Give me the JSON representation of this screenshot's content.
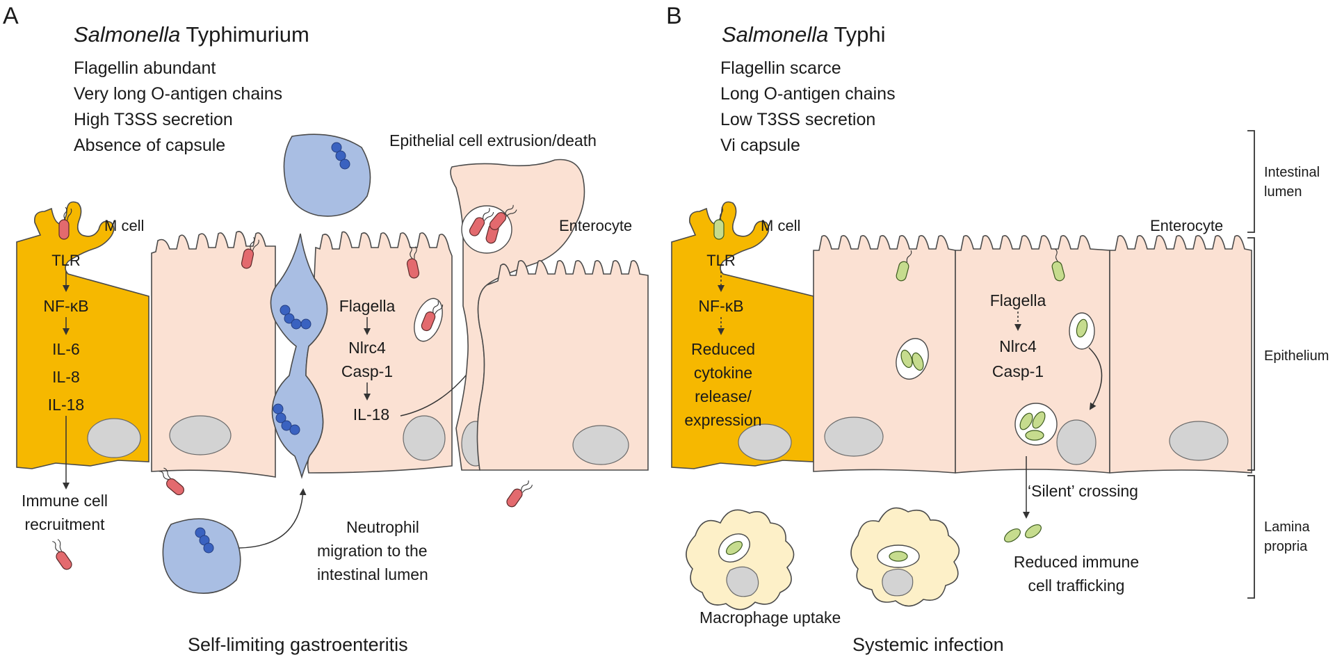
{
  "panel_a": {
    "letter": "A",
    "title_italic": "Salmonella",
    "title_rest": " Typhimurium",
    "features": [
      "Flagellin abundant",
      "Very long O-antigen chains",
      "High T3SS secretion",
      "Absence of capsule"
    ],
    "m_cell_label": "M cell",
    "enterocyte_label": "Enterocyte",
    "extrusion_label": "Epithelial cell extrusion/death",
    "m_cell_pathway": [
      "TLR",
      "NF-κB",
      "IL-6",
      "IL-8",
      "IL-18"
    ],
    "immune_recruit": [
      "Immune cell",
      "recruitment"
    ],
    "inflammasome": [
      "Flagella",
      "Nlrc4",
      "Casp-1",
      "IL-18"
    ],
    "neutrophil_label": [
      "Neutrophil",
      "migration to the",
      "intestinal lumen"
    ],
    "caption": "Self-limiting gastroenteritis"
  },
  "panel_b": {
    "letter": "B",
    "title_italic": "Salmonella",
    "title_rest": " Typhi",
    "features": [
      "Flagellin scarce",
      "Long O-antigen chains",
      "Low T3SS secretion",
      "Vi capsule"
    ],
    "m_cell_label": "M cell",
    "enterocyte_label": "Enterocyte",
    "m_cell_pathway": [
      "TLR",
      "NF-κB"
    ],
    "reduced_cytokine": [
      "Reduced",
      "cytokine",
      "release/",
      "expression"
    ],
    "inflammasome": [
      "Flagella",
      "Nlrc4",
      "Casp-1"
    ],
    "silent_crossing": "‘Silent’ crossing",
    "reduced_trafficking": [
      "Reduced immune",
      "cell trafficking"
    ],
    "macrophage_label": "Macrophage uptake",
    "caption": "Systemic infection"
  },
  "side_labels": {
    "lumen": [
      "Intestinal",
      "lumen"
    ],
    "epithelium": "Epithelium",
    "lamina": [
      "Lamina",
      "propria"
    ]
  },
  "colors": {
    "m_cell": "#f6b800",
    "enterocyte": "#fbe1d3",
    "neutrophil": "#a9bee3",
    "neutrophil_nucleus": "#3a62c0",
    "macrophage": "#fdf0c8",
    "typhimurium_bacterium": "#e36a6e",
    "typhi_bacterium": "#c6dc8e",
    "nucleus": "#d3d3d3"
  }
}
